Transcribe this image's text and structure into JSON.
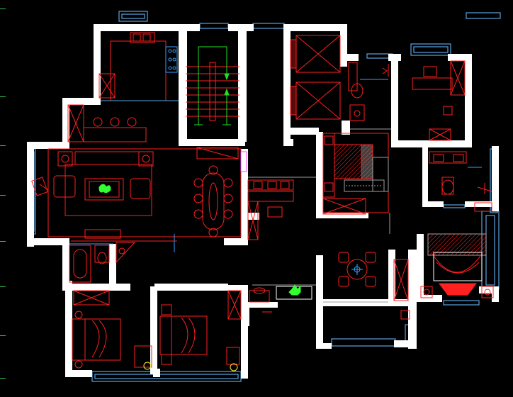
{
  "drawing": {
    "type": "architectural-floor-plan",
    "background": "#000000",
    "colors": {
      "wall": "#ffffff",
      "furniture": "#ff2020",
      "window": "#5aa3e0",
      "stair_arrow": "#20e020",
      "accent_blue": "#3aa0ff",
      "partition": "#a0a0a0",
      "magenta": "#ff40ff",
      "plant": "#30ff30",
      "yellow": "#ffee33"
    },
    "rooms": [
      {
        "id": "kitchen",
        "icon": "kitchen-sink-icon"
      },
      {
        "id": "stairwell",
        "icon": "stair-up-arrow-icon"
      },
      {
        "id": "elevators",
        "icon": "elevator-icon"
      },
      {
        "id": "living-room",
        "icon": "sofa-icon"
      },
      {
        "id": "dining",
        "icon": "dining-table-icon"
      },
      {
        "id": "master-bedroom",
        "icon": "bed-icon"
      },
      {
        "id": "bedroom-1",
        "icon": "bed-icon"
      },
      {
        "id": "bedroom-2",
        "icon": "bed-icon"
      },
      {
        "id": "study",
        "icon": "desk-icon"
      },
      {
        "id": "tea-room",
        "icon": "round-table-icon"
      },
      {
        "id": "bathroom",
        "icon": "bathtub-icon"
      }
    ]
  }
}
